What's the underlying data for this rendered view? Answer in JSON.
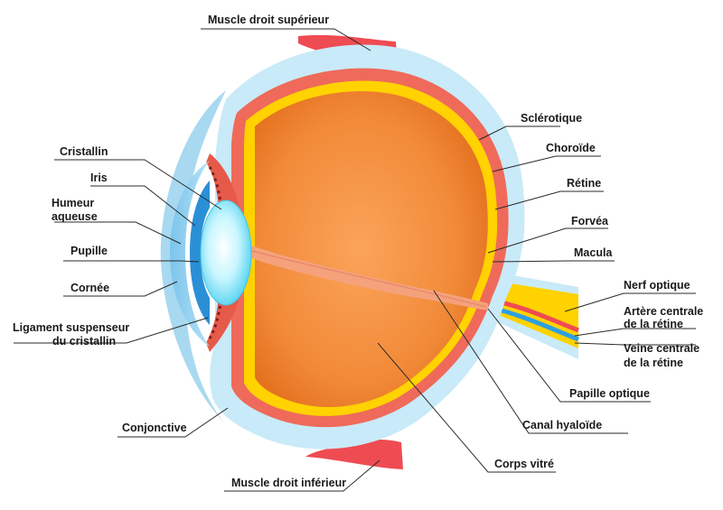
{
  "labels": {
    "muscle_droit_superieur": "Muscle droit  supérieur",
    "sclerotique": "Sclérotique",
    "choroide": "Choroïde",
    "retine": "Rétine",
    "forvea": "Forvéa",
    "macula": "Macula",
    "nerf_optique": "Nerf optique",
    "artere_centrale_l1": "Artère centrale",
    "artere_centrale_l2": "de la rétine",
    "veine_centrale_l1": "Veine centrale",
    "veine_centrale_l2": "de la rétine",
    "papille_optique": "Papille optique",
    "canal_hyaloide": "Canal hyaloïde",
    "corps_vitre": "Corps vitré",
    "muscle_droit_inferieur": "Muscle droit inférieur",
    "cristallin": "Cristallin",
    "iris": "Iris",
    "humeur_aqueuse_l1": "Humeur",
    "humeur_aqueuse_l2": "aqueuse",
    "pupille": "Pupille",
    "cornee": "Cornée",
    "ligament_l1": "Ligament suspenseur",
    "ligament_l2": "du cristallin",
    "conjonctive": "Conjonctive"
  },
  "colors": {
    "sclera": "#c9eaf8",
    "choroid": "#ef6a5a",
    "retina": "#ffd200",
    "vitreous": "#f08a3a",
    "lens": "#bdf2ff",
    "iris": "#4aa8e6",
    "muscle": "#ef4b52"
  }
}
